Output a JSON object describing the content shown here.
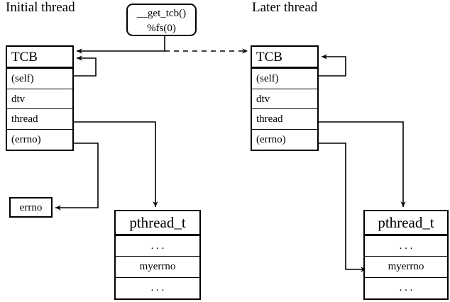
{
  "diagram": {
    "title_left": "Initial thread",
    "title_right": "Later thread",
    "accessor": {
      "line1": "__get_tcb()",
      "line2": "%fs(0)"
    },
    "tcb_left": {
      "name": "TCB",
      "fields": [
        "(self)",
        "dtv",
        "thread",
        "(errno)"
      ]
    },
    "tcb_right": {
      "name": "TCB",
      "fields": [
        "(self)",
        "dtv",
        "thread",
        "(errno)"
      ]
    },
    "errno_box": {
      "label": "errno"
    },
    "pthread_left": {
      "name": "pthread_t",
      "fields": [
        ". . .",
        "myerrno",
        ". . ."
      ]
    },
    "pthread_right": {
      "name": "pthread_t",
      "fields": [
        ". . .",
        "myerrno",
        ". . ."
      ]
    },
    "colors": {
      "stroke": "#000000",
      "background": "#ffffff"
    }
  }
}
